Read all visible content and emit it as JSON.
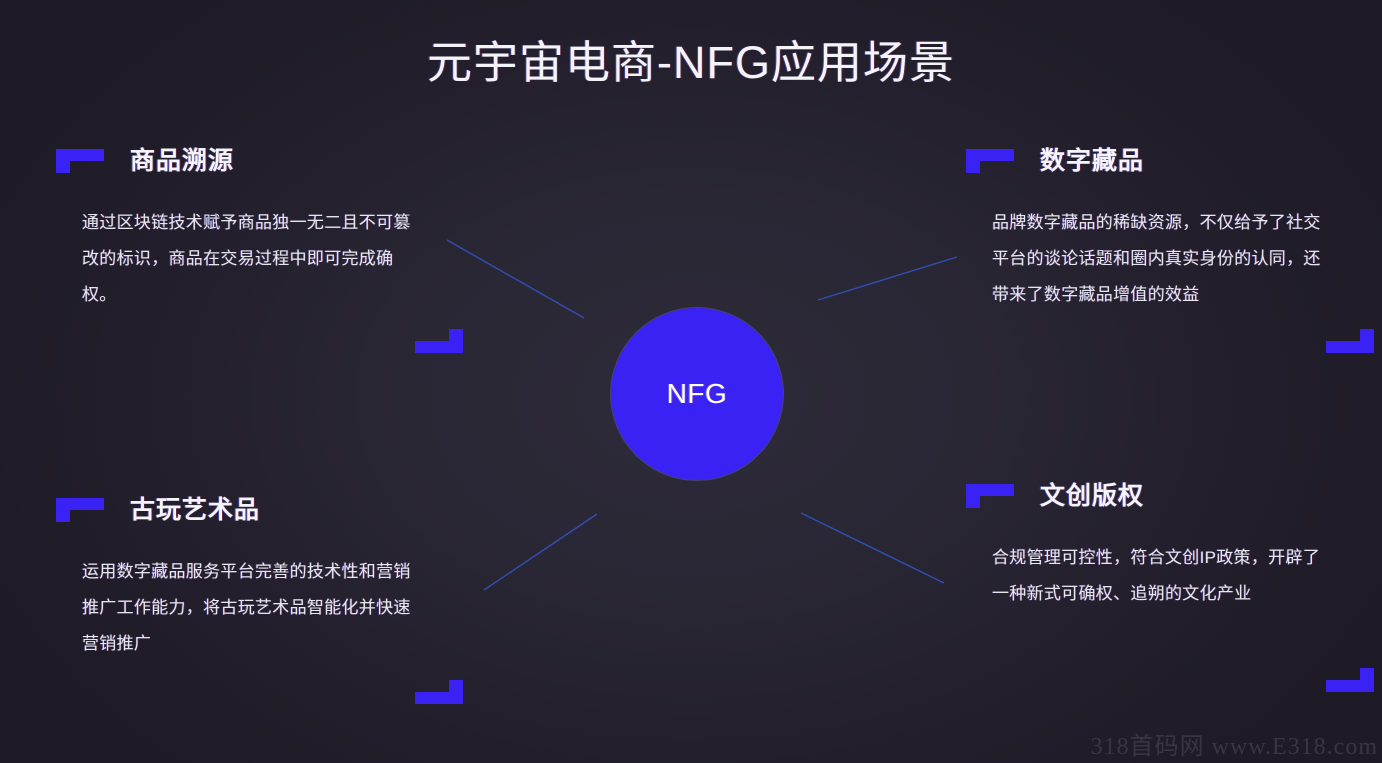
{
  "page": {
    "title": "元宇宙电商-NFG应用场景",
    "background_color": "#1e1c28",
    "accent_color": "#3a22f5",
    "line_color": "#2f4fb4",
    "text_color": "#f3f3f8"
  },
  "center": {
    "label": "NFG",
    "color": "#3a22f5"
  },
  "cards": [
    {
      "id": "product-traceability",
      "position": "top-left",
      "title": "商品溯源",
      "body": "通过区块链技术赋予商品独一无二且不可篡改的标识，商品在交易过程中即可完成确权。"
    },
    {
      "id": "digital-collectibles",
      "position": "top-right",
      "title": "数字藏品",
      "body": "品牌数字藏品的稀缺资源，不仅给予了社交平台的谈论话题和圈内真实身份的认同，还带来了数字藏品增值的效益"
    },
    {
      "id": "antique-artwork",
      "position": "bottom-left",
      "title": "古玩艺术品",
      "body": "运用数字藏品服务平台完善的技术性和营销推广工作能力，将古玩艺术品智能化并快速营销推广"
    },
    {
      "id": "cultural-ip-copyright",
      "position": "bottom-right",
      "title": "文创版权",
      "body": "合规管理可控性，符合文创IP政策，开辟了一种新式可确权、追朔的文化产业"
    }
  ],
  "watermark": {
    "site_name": "318首码网",
    "url": "www.E318.com"
  },
  "icons": {
    "bracket": "corner-bracket-icon"
  }
}
